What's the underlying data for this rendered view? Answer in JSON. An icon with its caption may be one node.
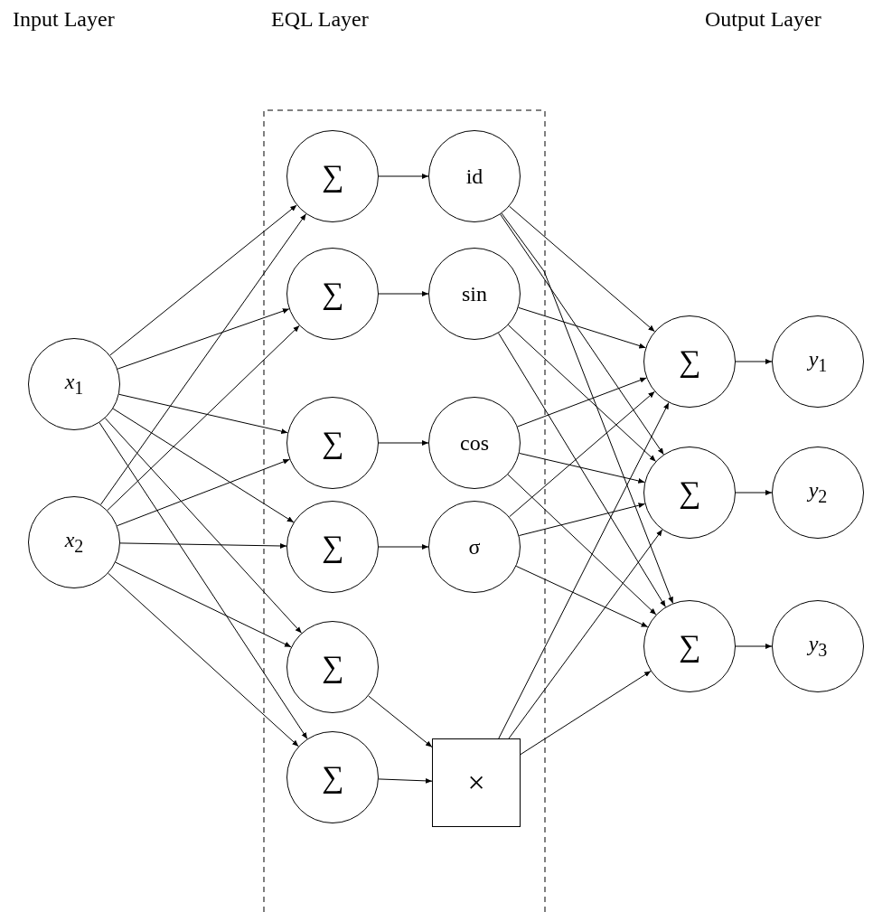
{
  "diagram": {
    "nodes": [
      {
        "text": [
          "*x*$_{1}$"
        ]
      },
      {
        "text": [
          "*x*$_{2}$"
        ]
      },
      {
        "text": [
          "∑"
        ]
      },
      {
        "text": [
          "∑"
        ]
      },
      {
        "text": [
          "∑"
        ]
      },
      {
        "text": [
          "∑"
        ]
      },
      {
        "text": [
          "∑"
        ]
      },
      {
        "text": [
          "∑"
        ]
      },
      {
        "text": [
          "id"
        ]
      },
      {
        "text": [
          "sin"
        ]
      },
      {
        "text": [
          "cos"
        ]
      },
      {
        "text": [
          "σ"
        ]
      },
      {
        "text": [
          "×"
        ]
      },
      {
        "text": [
          "∑"
        ]
      },
      {
        "text": [
          "∑"
        ]
      },
      {
        "text": [
          "∑"
        ]
      },
      {
        "text": [
          "*y*$_{1}$"
        ]
      },
      {
        "text": [
          "*y*$_{2}$"
        ]
      },
      {
        "text": [
          "*y*$_{3}$"
        ]
      }
    ],
    "edges": [
      {
        "from": 0,
        "to": 2,
        "arrow": "to"
      },
      {
        "from": 0,
        "to": 3,
        "arrow": "to"
      },
      {
        "from": 0,
        "to": 4,
        "arrow": "to"
      },
      {
        "from": 0,
        "to": 5,
        "arrow": "to"
      },
      {
        "from": 0,
        "to": 6,
        "arrow": "to"
      },
      {
        "from": 0,
        "to": 7,
        "arrow": "to"
      },
      {
        "from": 1,
        "to": 2,
        "arrow": "to"
      },
      {
        "from": 1,
        "to": 3,
        "arrow": "to"
      },
      {
        "from": 1,
        "to": 4,
        "arrow": "to"
      },
      {
        "from": 1,
        "to": 5,
        "arrow": "to"
      },
      {
        "from": 1,
        "to": 6,
        "arrow": "to"
      },
      {
        "from": 1,
        "to": 7,
        "arrow": "to"
      },
      {
        "from": 2,
        "to": 8,
        "arrow": "to"
      },
      {
        "from": 3,
        "to": 9,
        "arrow": "to"
      },
      {
        "from": 4,
        "to": 10,
        "arrow": "to"
      },
      {
        "from": 5,
        "to": 11,
        "arrow": "to"
      },
      {
        "from": 6,
        "to": 12,
        "arrow": "to"
      },
      {
        "from": 7,
        "to": 12,
        "arrow": "to"
      },
      {
        "from": 8,
        "to": 13,
        "arrow": "to"
      },
      {
        "from": 8,
        "to": 14,
        "arrow": "to"
      },
      {
        "from": 8,
        "to": 15,
        "arrow": "to"
      },
      {
        "from": 9,
        "to": 13,
        "arrow": "to"
      },
      {
        "from": 9,
        "to": 14,
        "arrow": "to"
      },
      {
        "from": 9,
        "to": 15,
        "arrow": "to"
      },
      {
        "from": 10,
        "to": 13,
        "arrow": "to"
      },
      {
        "from": 10,
        "to": 14,
        "arrow": "to"
      },
      {
        "from": 10,
        "to": 15,
        "arrow": "to"
      },
      {
        "from": 11,
        "to": 13,
        "arrow": "to"
      },
      {
        "from": 11,
        "to": 14,
        "arrow": "to"
      },
      {
        "from": 11,
        "to": 15,
        "arrow": "to"
      },
      {
        "from": 12,
        "to": 13,
        "arrow": "to"
      },
      {
        "from": 12,
        "to": 14,
        "arrow": "to"
      },
      {
        "from": 12,
        "to": 15,
        "arrow": "to"
      },
      {
        "from": 13,
        "to": 16,
        "arrow": "to"
      },
      {
        "from": 14,
        "to": 17,
        "arrow": "to"
      },
      {
        "from": 15,
        "to": 18,
        "arrow": "to"
      }
    ],
    "labels": [
      "Input Layer",
      "EQL Layer",
      "Output Layer"
    ]
  }
}
